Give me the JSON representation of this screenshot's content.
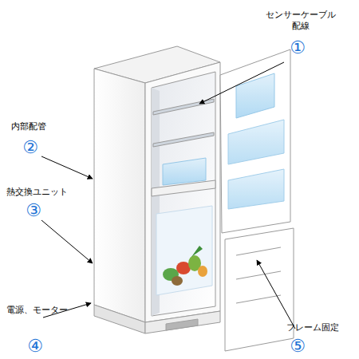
{
  "diagram": {
    "labels": [
      "センサーケーブル 配線",
      "①",
      "内部配管",
      "②",
      "熱交換ユニット",
      "③",
      "電源、モーター",
      "④",
      "フレーム固定",
      "⑤"
    ]
  }
}
